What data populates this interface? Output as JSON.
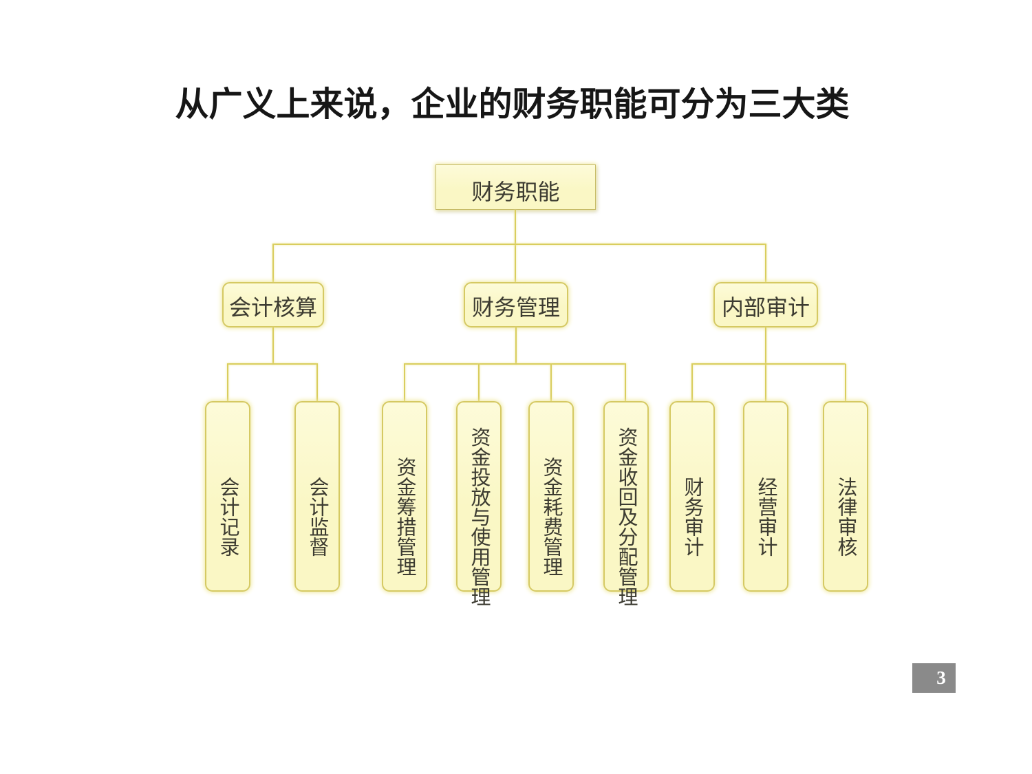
{
  "slide": {
    "title": "从广义上来说，企业的财务职能可分为三大类",
    "page_number": "3"
  },
  "colors": {
    "background": "#ffffff",
    "box_fill": "#faf7c5",
    "box_fill_light": "#fdfbd9",
    "box_border": "#d5c963",
    "root_border": "#c7bc68",
    "connector": "#d9cd5e",
    "glow": "#efe89a",
    "title_text": "#161616",
    "node_text": "#3c3b31",
    "page_bg": "#8a8a8a",
    "page_text": "#ffffff"
  },
  "diagram": {
    "root": {
      "label": "财务职能"
    },
    "branches": [
      {
        "label": "会计核算",
        "children": [
          {
            "label": "会计记录"
          },
          {
            "label": "会计监督"
          }
        ]
      },
      {
        "label": "财务管理",
        "children": [
          {
            "label": "资金筹措管理"
          },
          {
            "label": "资金投放与使用管理"
          },
          {
            "label": "资金耗费管理"
          },
          {
            "label": "资金收回及分配管理"
          }
        ]
      },
      {
        "label": "内部审计",
        "children": [
          {
            "label": "财务审计"
          },
          {
            "label": "经营审计"
          },
          {
            "label": "法律审核"
          }
        ]
      }
    ]
  }
}
